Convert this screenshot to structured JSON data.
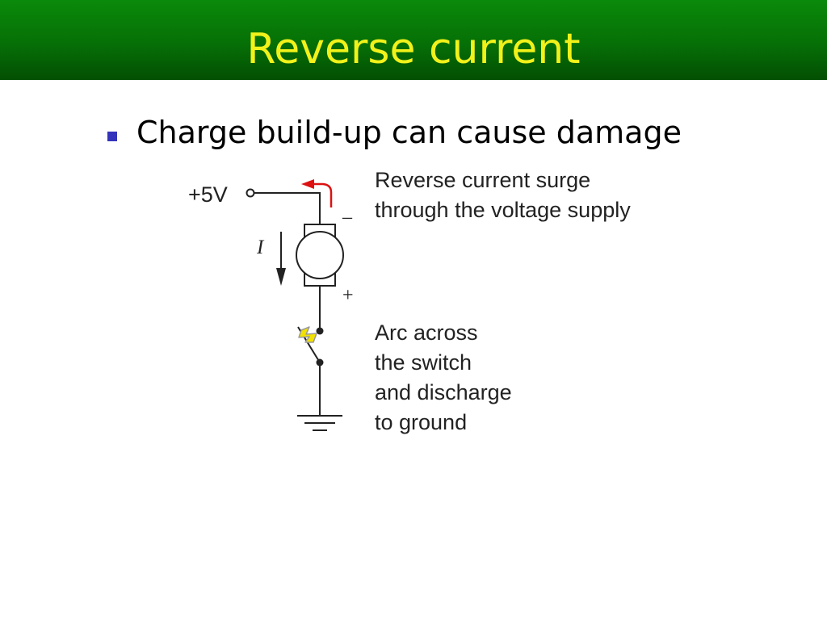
{
  "slide": {
    "title": "Reverse current",
    "bullet": "Charge build-up can cause damage"
  },
  "diagram": {
    "supply_label": "+5V",
    "current_label": "I",
    "minus_label": "–",
    "plus_label": "+",
    "reverse_note_lines": [
      "Reverse current surge",
      "through the voltage supply"
    ],
    "arc_note_lines": [
      "Arc across",
      "the switch",
      "and discharge",
      "to ground"
    ]
  },
  "colors": {
    "title_bar": "#067006",
    "title_text": "#f2f21a",
    "bullet": "#3333bb",
    "reverse_arrow": "#dd1111",
    "spark": "#f2e200"
  }
}
